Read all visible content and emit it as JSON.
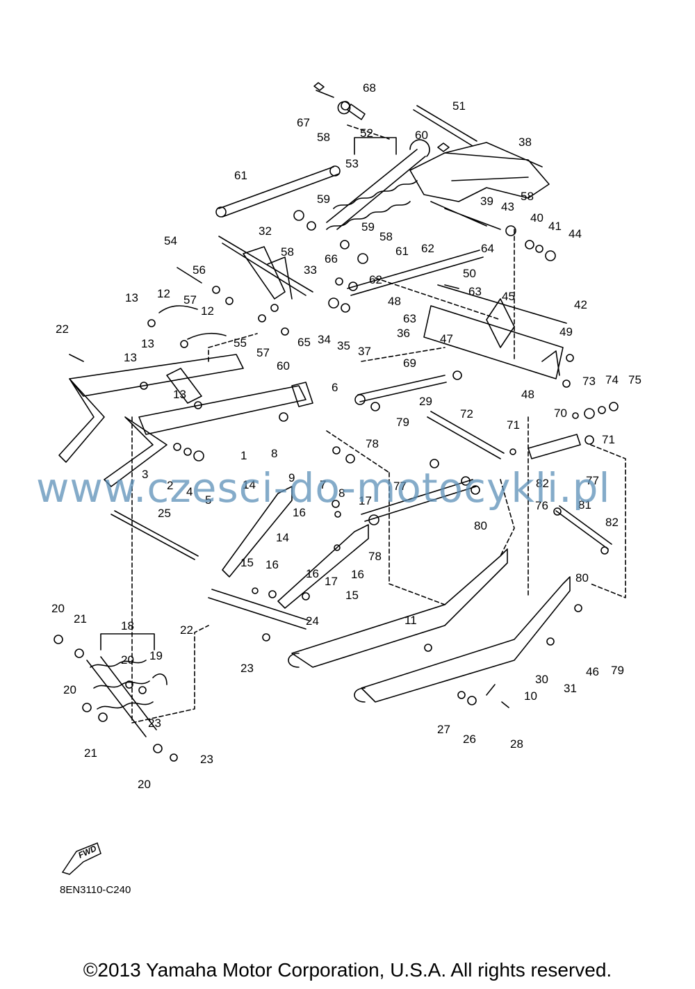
{
  "watermark": "www.czesci-do-motocykli.pl",
  "diagram_code": "8EN3110-C240",
  "copyright": "©2013 Yamaha Motor Corporation, U.S.A. All rights reserved.",
  "fwd_label": "FWD",
  "callouts": [
    {
      "id": "c67",
      "label": "67"
    },
    {
      "id": "c68",
      "label": "68"
    },
    {
      "id": "c58a",
      "label": "58"
    },
    {
      "id": "c51",
      "label": "51"
    },
    {
      "id": "c52",
      "label": "52"
    },
    {
      "id": "c60a",
      "label": "60"
    },
    {
      "id": "c38",
      "label": "38"
    },
    {
      "id": "c53",
      "label": "53"
    },
    {
      "id": "c61a",
      "label": "61"
    },
    {
      "id": "c58b",
      "label": "58"
    },
    {
      "id": "c39",
      "label": "39"
    },
    {
      "id": "c43",
      "label": "43"
    },
    {
      "id": "c40",
      "label": "40"
    },
    {
      "id": "c41",
      "label": "41"
    },
    {
      "id": "c44",
      "label": "44"
    },
    {
      "id": "c59a",
      "label": "59"
    },
    {
      "id": "c59b",
      "label": "59"
    },
    {
      "id": "c58c",
      "label": "58"
    },
    {
      "id": "c58d",
      "label": "58"
    },
    {
      "id": "c32",
      "label": "32"
    },
    {
      "id": "c62a",
      "label": "62"
    },
    {
      "id": "c64",
      "label": "64"
    },
    {
      "id": "c54",
      "label": "54"
    },
    {
      "id": "c66",
      "label": "66"
    },
    {
      "id": "c61b",
      "label": "61"
    },
    {
      "id": "c50",
      "label": "50"
    },
    {
      "id": "c56",
      "label": "56"
    },
    {
      "id": "c33",
      "label": "33"
    },
    {
      "id": "c62b",
      "label": "62"
    },
    {
      "id": "c63a",
      "label": "63"
    },
    {
      "id": "c42",
      "label": "42"
    },
    {
      "id": "c57a",
      "label": "57"
    },
    {
      "id": "c48a",
      "label": "48"
    },
    {
      "id": "c63b",
      "label": "63"
    },
    {
      "id": "c45",
      "label": "45"
    },
    {
      "id": "c13a",
      "label": "13"
    },
    {
      "id": "c12a",
      "label": "12"
    },
    {
      "id": "c12b",
      "label": "12"
    },
    {
      "id": "c34",
      "label": "34"
    },
    {
      "id": "c35",
      "label": "35"
    },
    {
      "id": "c37",
      "label": "37"
    },
    {
      "id": "c36",
      "label": "36"
    },
    {
      "id": "c55",
      "label": "55"
    },
    {
      "id": "c65",
      "label": "65"
    },
    {
      "id": "c22a",
      "label": "22"
    },
    {
      "id": "c13b",
      "label": "13"
    },
    {
      "id": "c57b",
      "label": "57"
    },
    {
      "id": "c47",
      "label": "47"
    },
    {
      "id": "c49",
      "label": "49"
    },
    {
      "id": "c60b",
      "label": "60"
    },
    {
      "id": "c13c",
      "label": "13"
    },
    {
      "id": "c69",
      "label": "69"
    },
    {
      "id": "c73",
      "label": "73"
    },
    {
      "id": "c74",
      "label": "74"
    },
    {
      "id": "c75",
      "label": "75"
    },
    {
      "id": "c6",
      "label": "6"
    },
    {
      "id": "c48b",
      "label": "48"
    },
    {
      "id": "c13d",
      "label": "13"
    },
    {
      "id": "c72",
      "label": "72"
    },
    {
      "id": "c29",
      "label": "29"
    },
    {
      "id": "c70",
      "label": "70"
    },
    {
      "id": "c79a",
      "label": "79"
    },
    {
      "id": "c71a",
      "label": "71"
    },
    {
      "id": "c71b",
      "label": "71"
    },
    {
      "id": "c1",
      "label": "1"
    },
    {
      "id": "c8a",
      "label": "8"
    },
    {
      "id": "c78a",
      "label": "78"
    },
    {
      "id": "c3",
      "label": "3"
    },
    {
      "id": "c2",
      "label": "2"
    },
    {
      "id": "c4",
      "label": "4"
    },
    {
      "id": "c9",
      "label": "9"
    },
    {
      "id": "c7",
      "label": "7"
    },
    {
      "id": "c8b",
      "label": "8"
    },
    {
      "id": "c77a",
      "label": "77"
    },
    {
      "id": "c82a",
      "label": "82"
    },
    {
      "id": "c77b",
      "label": "77"
    },
    {
      "id": "c5",
      "label": "5"
    },
    {
      "id": "c14a",
      "label": "14"
    },
    {
      "id": "c17a",
      "label": "17"
    },
    {
      "id": "c76",
      "label": "76"
    },
    {
      "id": "c81",
      "label": "81"
    },
    {
      "id": "c16a",
      "label": "16"
    },
    {
      "id": "c80a",
      "label": "80"
    },
    {
      "id": "c82b",
      "label": "82"
    },
    {
      "id": "c25",
      "label": "25"
    },
    {
      "id": "c14b",
      "label": "14"
    },
    {
      "id": "c78b",
      "label": "78"
    },
    {
      "id": "c15a",
      "label": "15"
    },
    {
      "id": "c16b",
      "label": "16"
    },
    {
      "id": "c16c",
      "label": "16"
    },
    {
      "id": "c16d",
      "label": "16"
    },
    {
      "id": "c17b",
      "label": "17"
    },
    {
      "id": "c15b",
      "label": "15"
    },
    {
      "id": "c80b",
      "label": "80"
    },
    {
      "id": "c20a",
      "label": "20"
    },
    {
      "id": "c21a",
      "label": "21"
    },
    {
      "id": "c18",
      "label": "18"
    },
    {
      "id": "c22b",
      "label": "22"
    },
    {
      "id": "c24",
      "label": "24"
    },
    {
      "id": "c11",
      "label": "11"
    },
    {
      "id": "c19",
      "label": "19"
    },
    {
      "id": "c20b",
      "label": "20"
    },
    {
      "id": "c23a",
      "label": "23"
    },
    {
      "id": "c46",
      "label": "46"
    },
    {
      "id": "c79b",
      "label": "79"
    },
    {
      "id": "c30",
      "label": "30"
    },
    {
      "id": "c31",
      "label": "31"
    },
    {
      "id": "c20c",
      "label": "20"
    },
    {
      "id": "c23b",
      "label": "23"
    },
    {
      "id": "c10",
      "label": "10"
    },
    {
      "id": "c27",
      "label": "27"
    },
    {
      "id": "c26",
      "label": "26"
    },
    {
      "id": "c28",
      "label": "28"
    },
    {
      "id": "c21b",
      "label": "21"
    },
    {
      "id": "c23c",
      "label": "23"
    },
    {
      "id": "c20d",
      "label": "20"
    }
  ]
}
